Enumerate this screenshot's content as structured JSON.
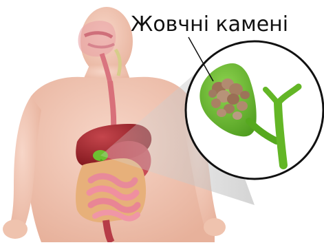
{
  "label": {
    "text": "Жовчні камені"
  },
  "colors": {
    "background": "#ffffff",
    "skin": "#f2c6b4",
    "skin_shadow": "#e3a98f",
    "liver": "#8e1d22",
    "liver_light": "#b8333a",
    "stomach": "#c8434b",
    "large_intestine": "#e7b07a",
    "small_intestine": "#e88a9a",
    "gallbladder": "#63b626",
    "gallbladder_dark": "#3e8a16",
    "stones": "#a77f62",
    "esophagus": "#d8707a",
    "zoom_circle_border": "#111111"
  },
  "icons": {
    "body": "human-torso-illustration",
    "zoom": "magnified-gallbladder-callout"
  }
}
